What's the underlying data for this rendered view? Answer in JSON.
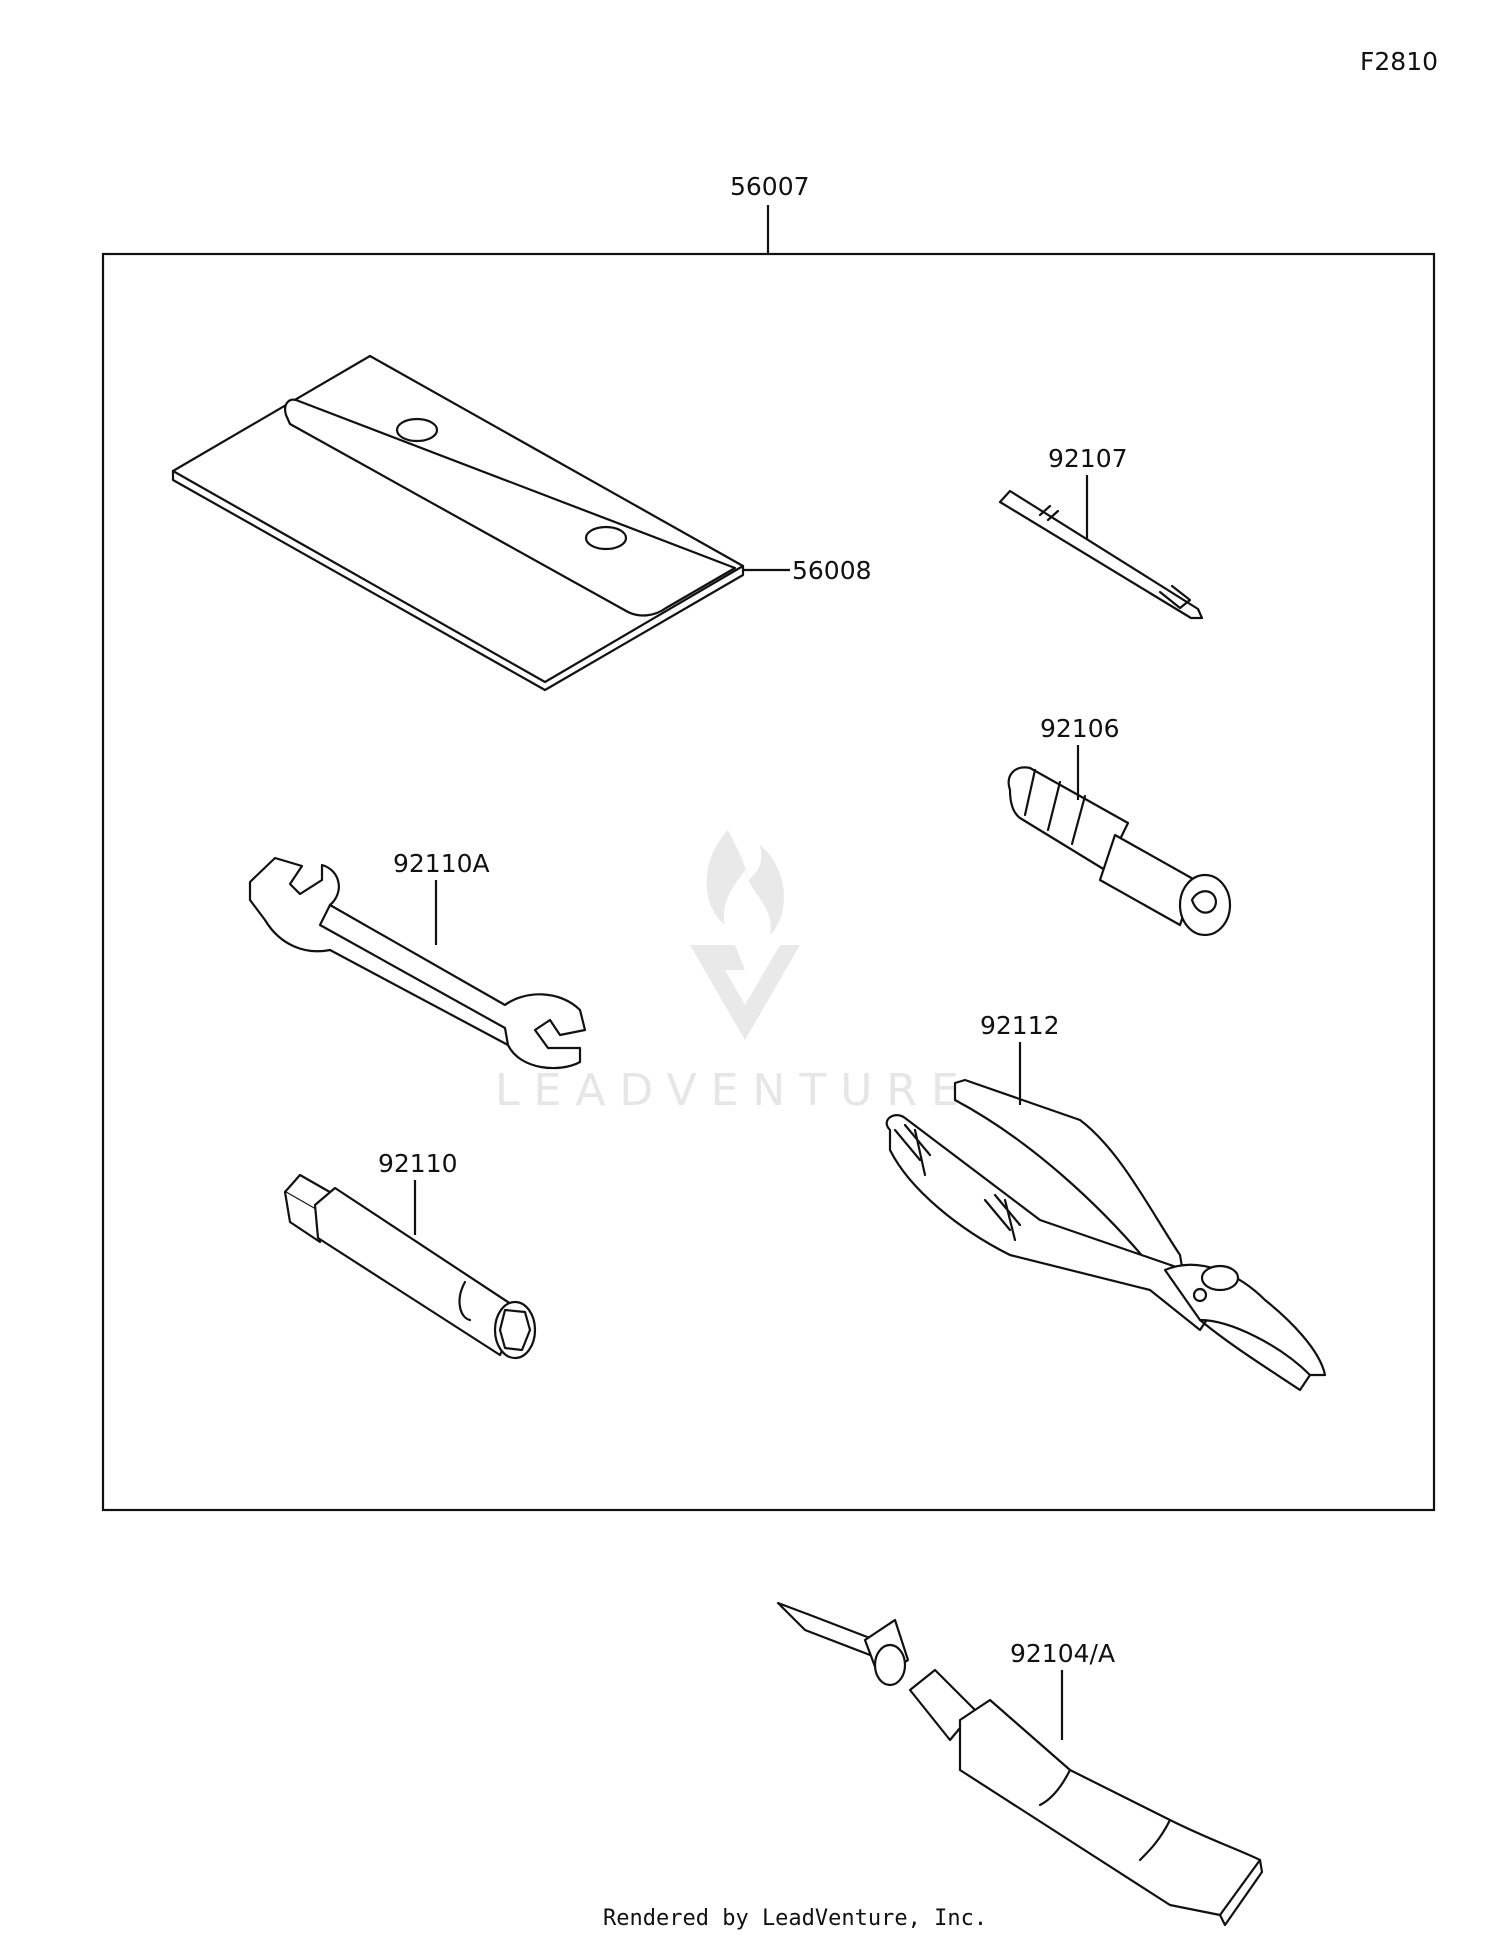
{
  "figure_code": "F2810",
  "watermark": {
    "text": "LEADVENTURE"
  },
  "footer": "Rendered by LeadVenture, Inc.",
  "parts": {
    "kit": "56007",
    "case": "56008",
    "screwdriver_bit": "92107",
    "screwdriver_handle": "92106",
    "open_wrench": "92110A",
    "spark_plug_wrench": "92110",
    "pliers": "92112",
    "tube": "92104/A"
  }
}
